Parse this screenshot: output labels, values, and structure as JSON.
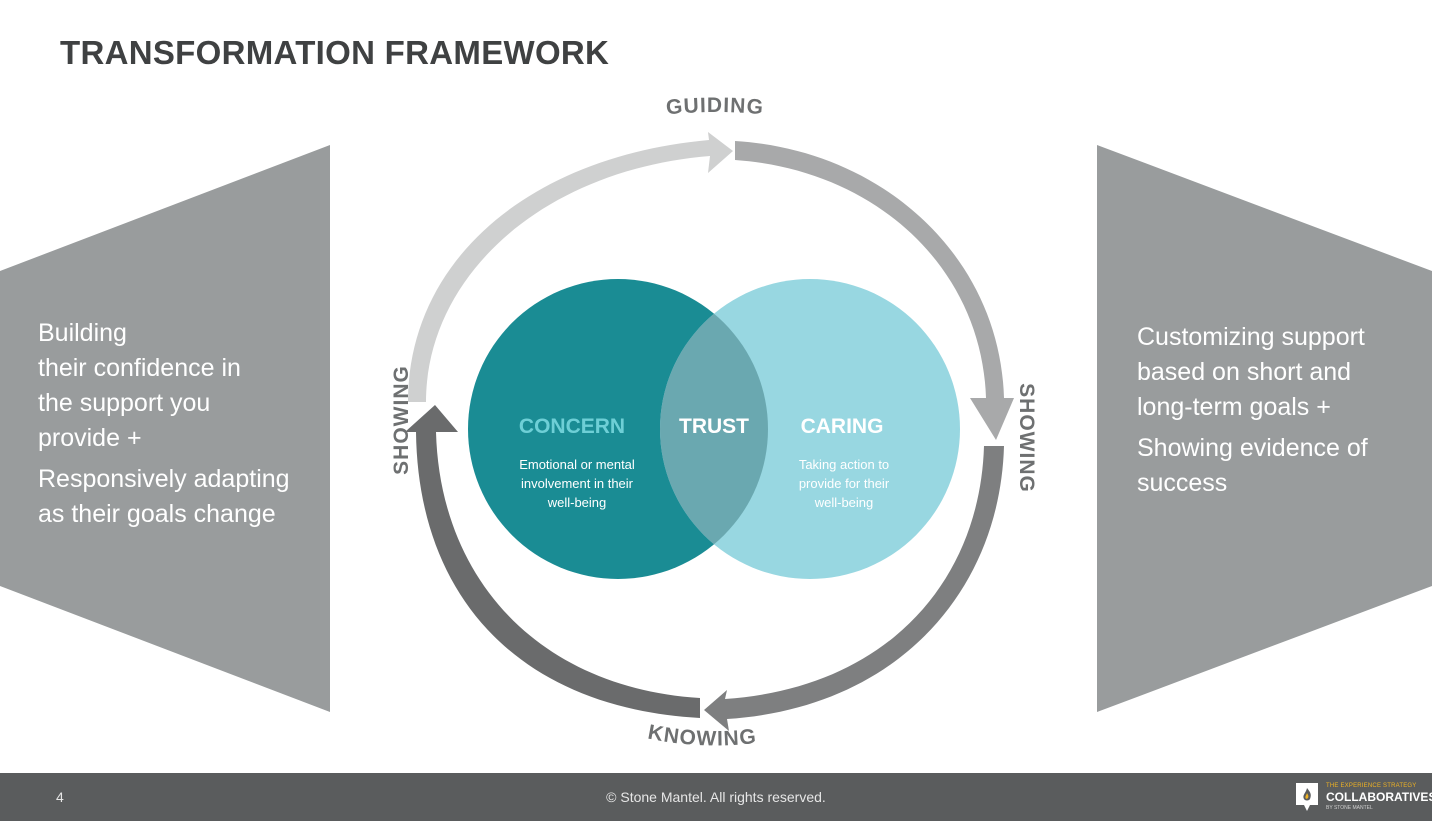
{
  "title": "TRANSFORMATION FRAMEWORK",
  "cycle": {
    "top": "GUIDING",
    "right": "SHOWING",
    "bottom": "KNOWING",
    "left": "SHOWING"
  },
  "venn": {
    "left": {
      "title": "CONCERN",
      "description_lines": [
        "Emotional or mental",
        "involvement in their",
        "well-being"
      ]
    },
    "center": {
      "title": "TRUST"
    },
    "right": {
      "title": "CARING",
      "description_lines": [
        "Taking action to",
        "provide for their",
        "well-being"
      ]
    }
  },
  "left_panel": {
    "lines": [
      "Building",
      "their confidence in",
      "the support you",
      "provide +"
    ],
    "lines2": [
      "Responsively adapting",
      "as their goals change"
    ]
  },
  "right_panel": {
    "lines": [
      "Customizing support",
      "based on short and",
      "long-term goals +"
    ],
    "lines2": [
      "Showing evidence of",
      "success"
    ]
  },
  "footer": {
    "page": "4",
    "copyright": "© Stone Mantel. All rights reserved."
  },
  "logo": {
    "line1": "THE EXPERIENCE STRATEGY",
    "line2": "COLLABORATIVES",
    "line3": "BY STONE MANTEL"
  },
  "colors": {
    "panel_gray": "#999c9d",
    "concern": "#1a8c94",
    "caring": "#98d7e1",
    "trust": "#6aa8b0",
    "arrow_light": "#cfd0d0",
    "arrow_mid": "#a8a9aa",
    "arrow_dark": "#7e7f80",
    "arrow_darkest": "#6a6b6c",
    "footer": "#5a5c5d"
  }
}
